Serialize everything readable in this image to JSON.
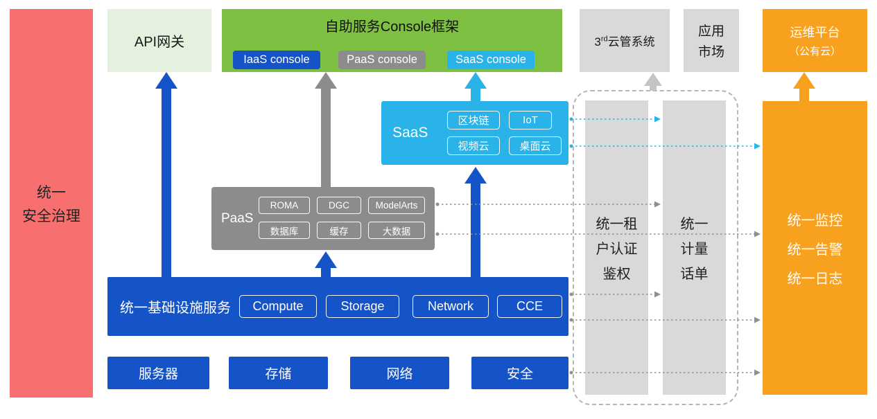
{
  "colors": {
    "red": "#f7706f",
    "light_green": "#e4f1de",
    "green": "#7ec142",
    "blue": "#1553c8",
    "gray_dark": "#8c8c8c",
    "gray_light": "#d9d9d9",
    "gray_light2": "#c4c4c4",
    "cyan": "#29b3e8",
    "orange": "#f7a11e",
    "line_gray": "#8f8f8f"
  },
  "security_bar": {
    "lines": [
      "统一",
      "安全治理"
    ]
  },
  "api_gateway": {
    "label": "API网关"
  },
  "console_frame": {
    "title": "自助服务Console框架",
    "consoles": [
      {
        "label": "IaaS console"
      },
      {
        "label": "PaaS console"
      },
      {
        "label": "SaaS console"
      }
    ]
  },
  "third_party_cms": {
    "prefix": "3",
    "superscript": "rd",
    "suffix": "云管系统"
  },
  "app_market": {
    "lines": [
      "应用",
      "市场"
    ]
  },
  "ops_platform": {
    "lines": [
      "运维平台",
      "（公有云）"
    ]
  },
  "saas": {
    "label": "SaaS",
    "items": [
      "区块链",
      "IoT",
      "视频云",
      "桌面云"
    ]
  },
  "paas": {
    "label": "PaaS",
    "items": [
      "ROMA",
      "DGC",
      "ModelArts",
      "数据库",
      "缓存",
      "大数据"
    ]
  },
  "infrastructure": {
    "label": "统一基础设施服务",
    "items": [
      "Compute",
      "Storage",
      "Network",
      "CCE"
    ]
  },
  "hardware": {
    "items": [
      "服务器",
      "存储",
      "网络",
      "安全"
    ]
  },
  "auth_bar": {
    "lines": [
      "统一租",
      "户认证",
      "鉴权"
    ]
  },
  "metering_bar": {
    "lines": [
      "统一",
      "计量",
      "话单"
    ]
  },
  "monitor_bar": {
    "lines": [
      "统一监控",
      "统一告警",
      "统一日志"
    ]
  }
}
